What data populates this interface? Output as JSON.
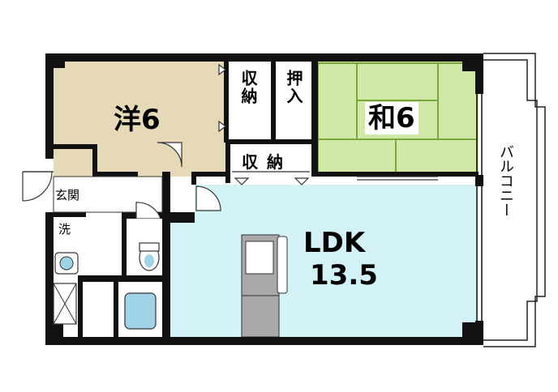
{
  "rooms": {
    "western": {
      "label": "洋6",
      "color": "#e6d9b8"
    },
    "japanese": {
      "label": "和6",
      "color": "#cfe8a6",
      "tatami_line": "#7aa63a"
    },
    "ldk": {
      "label_line1": "LDK",
      "label_line2": "13.5",
      "color": "#d2f2f6"
    }
  },
  "storage": {
    "closet_upper": "収納",
    "oshiire": "押入",
    "closet_lower": "収 納"
  },
  "small_rooms": {
    "entrance": "玄関",
    "washroom": "洗"
  },
  "balcony": {
    "label": "バルコニー"
  },
  "colors": {
    "wall": "#111111",
    "floor_white": "#ffffff",
    "kitchen": "#a9a9a9",
    "fixture": "#9fd4e6"
  }
}
